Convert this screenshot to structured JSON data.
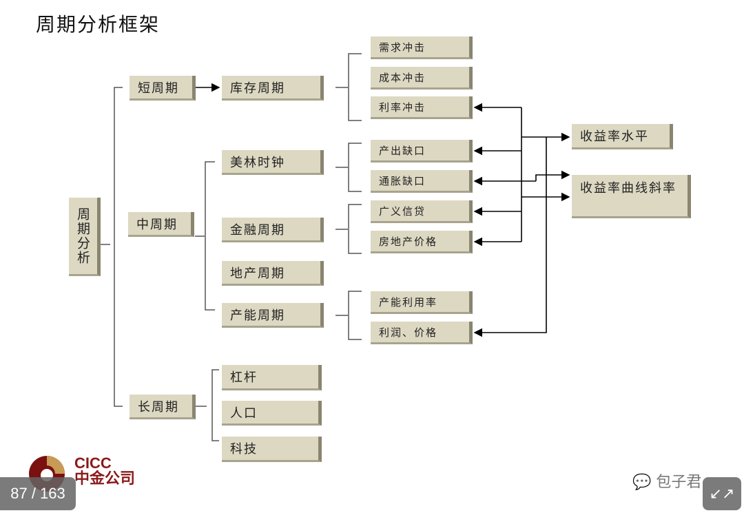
{
  "title": "周期分析框架",
  "root": "周期分析",
  "level1": {
    "short": "短周期",
    "mid": "中周期",
    "long": "长周期"
  },
  "level2": {
    "inventory": "库存周期",
    "merrill": "美林时钟",
    "financial": "金融周期",
    "property": "地产周期",
    "capacity": "产能周期",
    "leverage": "杠杆",
    "population": "人口",
    "technology": "科技"
  },
  "level3": {
    "demand": "需求冲击",
    "cost": "成本冲击",
    "rate": "利率冲击",
    "output_gap": "产出缺口",
    "inflation_gap": "通胀缺口",
    "credit": "广义信贷",
    "house_price": "房地产价格",
    "utilization": "产能利用率",
    "profit_price": "利润、价格"
  },
  "targets": {
    "yield_level": "收益率水平",
    "yield_slope": "收益率曲线斜率"
  },
  "footer": {
    "logo_en": "CICC",
    "logo_cn": "中金公司",
    "watermark": "包子君",
    "page_indicator": "87 / 163",
    "expand_icon": "↙↗"
  }
}
